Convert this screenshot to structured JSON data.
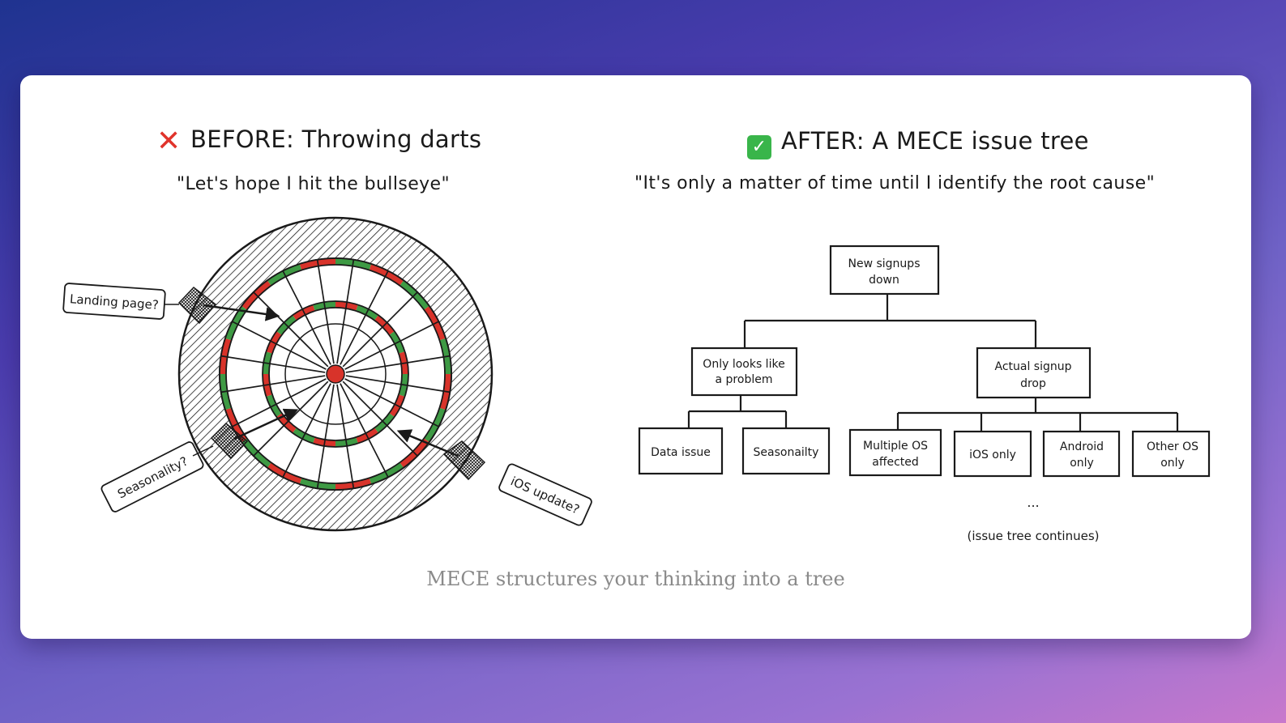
{
  "left_panel": {
    "heading": "BEFORE: Throwing darts",
    "heading_icon": "cross-mark-icon",
    "subtitle": "\"Let's hope I hit the bullseye\"",
    "dart_labels": [
      "Landing page?",
      "Seasonality?",
      "iOS update?"
    ]
  },
  "right_panel": {
    "heading": "AFTER: A MECE issue tree",
    "heading_icon": "check-mark-icon",
    "subtitle": "\"It's only a matter of time until I identify the root cause\"",
    "tree": {
      "root": "New signups down",
      "branch_a": {
        "label": "Only looks like a problem",
        "children": [
          "Data issue",
          "Seasonailty"
        ]
      },
      "branch_b": {
        "label": "Actual signup drop",
        "children": [
          "Multiple OS affected",
          "iOS only",
          "Android only",
          "Other OS only"
        ]
      },
      "ellipsis": "...",
      "continuation": "(issue tree continues)"
    }
  },
  "caption": "MECE structures your thinking into a tree",
  "colors": {
    "board_red": "#d8332a",
    "board_green": "#3e9a44",
    "ink": "#1a1a1a",
    "check_green": "#39b54a",
    "cross_red": "#e0332b"
  }
}
